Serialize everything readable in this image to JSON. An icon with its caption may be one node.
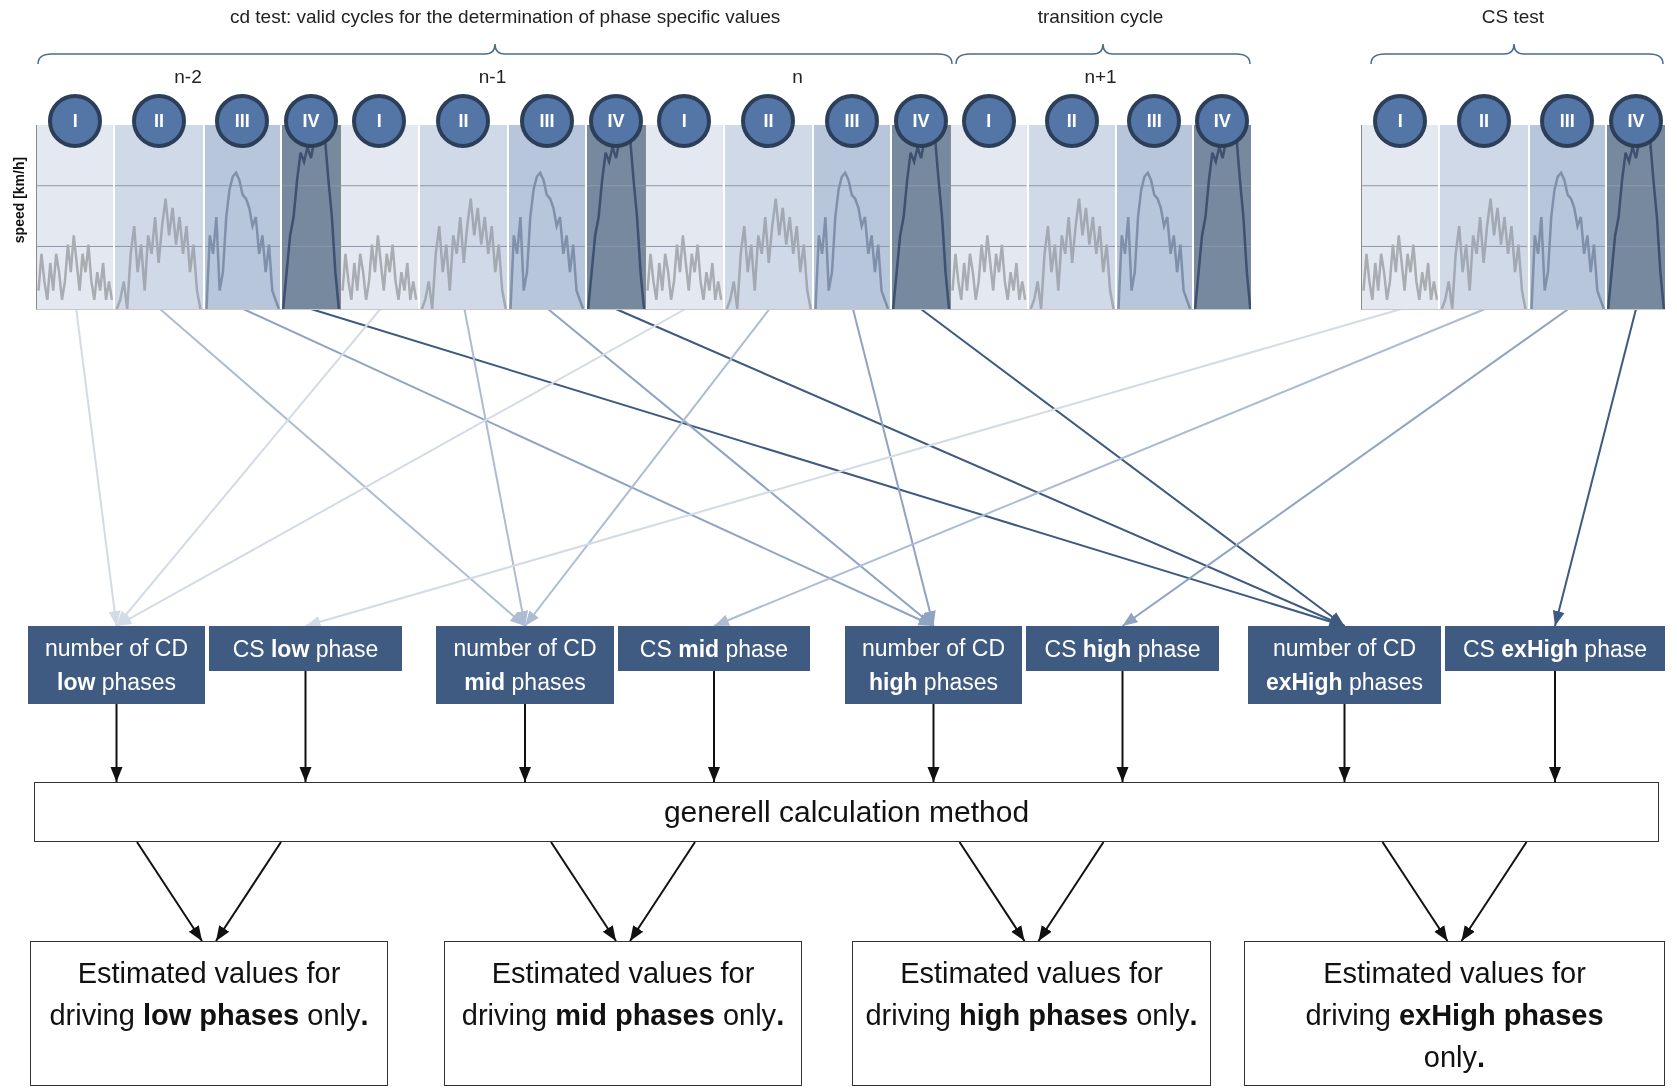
{
  "diagram": {
    "nodes": [
      {
        "text": [
          "n-2"
        ]
      },
      {
        "text": [
          "I"
        ],
        "in": 0
      },
      {
        "text": [
          "II"
        ],
        "in": 0
      },
      {
        "text": [
          "III"
        ],
        "in": 0
      },
      {
        "text": [
          "IV"
        ],
        "in": 0
      },
      {
        "text": [
          "n-1"
        ]
      },
      {
        "text": [
          "I"
        ],
        "in": 5
      },
      {
        "text": [
          "II"
        ],
        "in": 5
      },
      {
        "text": [
          "III"
        ],
        "in": 5
      },
      {
        "text": [
          "IV"
        ],
        "in": 5
      },
      {
        "text": [
          "n"
        ]
      },
      {
        "text": [
          "I"
        ],
        "in": 10
      },
      {
        "text": [
          "II"
        ],
        "in": 10
      },
      {
        "text": [
          "III"
        ],
        "in": 10
      },
      {
        "text": [
          "IV"
        ],
        "in": 10
      },
      {
        "text": [
          "transition cycle",
          "n+1"
        ]
      },
      {
        "text": [
          "I"
        ],
        "in": 15
      },
      {
        "text": [
          "II"
        ],
        "in": 15
      },
      {
        "text": [
          "III"
        ],
        "in": 15
      },
      {
        "text": [
          "IV"
        ],
        "in": 15
      },
      {
        "text": [
          "CS test"
        ]
      },
      {
        "text": [
          "I"
        ],
        "in": 20
      },
      {
        "text": [
          "II"
        ],
        "in": 20
      },
      {
        "text": [
          "III"
        ],
        "in": 20
      },
      {
        "text": [
          "IV"
        ],
        "in": 20
      },
      {
        "text": [
          "number of CD **low** phases"
        ]
      },
      {
        "text": [
          "CS **low** phase"
        ]
      },
      {
        "text": [
          "number of CD **mid** phases"
        ]
      },
      {
        "text": [
          "CS **mid** phase"
        ]
      },
      {
        "text": [
          "number of CD **high** phases"
        ]
      },
      {
        "text": [
          "CS **high** phase"
        ]
      },
      {
        "text": [
          "number of CD **exHigh** phases"
        ]
      },
      {
        "text": [
          "CS **exHigh** phase"
        ]
      },
      {
        "text": [
          "generell calculation method"
        ]
      },
      {
        "text": [
          "Estimated values for driving **low phases** only**.**"
        ]
      },
      {
        "text": [
          "Estimated values for driving **mid phases** only**.**"
        ]
      },
      {
        "text": [
          "Estimated values for driving **high phases** only**.**"
        ]
      },
      {
        "text": [
          "Estimated values for driving **exHigh phases** only**.**"
        ]
      }
    ],
    "edges": [
      {
        "from": 1,
        "to": 25,
        "arrow": "to",
        "color": "#d3dbe7"
      },
      {
        "from": 2,
        "to": 27,
        "arrow": "to",
        "color": "#aebcd3"
      },
      {
        "from": 3,
        "to": 29,
        "arrow": "to",
        "color": "#8fa3c2"
      },
      {
        "from": 4,
        "to": 31,
        "arrow": "to",
        "color": "#3e5a80"
      },
      {
        "from": 6,
        "to": 25,
        "arrow": "to",
        "color": "#d3dbe7"
      },
      {
        "from": 7,
        "to": 27,
        "arrow": "to",
        "color": "#aebcd3"
      },
      {
        "from": 8,
        "to": 29,
        "arrow": "to",
        "color": "#8fa3c2"
      },
      {
        "from": 9,
        "to": 31,
        "arrow": "to",
        "color": "#3e5a80"
      },
      {
        "from": 11,
        "to": 25,
        "arrow": "to",
        "color": "#d3dbe7"
      },
      {
        "from": 12,
        "to": 27,
        "arrow": "to",
        "color": "#aebcd3"
      },
      {
        "from": 13,
        "to": 29,
        "arrow": "to",
        "color": "#8fa3c2"
      },
      {
        "from": 14,
        "to": 31,
        "arrow": "to",
        "color": "#3e5a80"
      },
      {
        "from": 21,
        "to": 26,
        "arrow": "to",
        "color": "#d3dbe7"
      },
      {
        "from": 22,
        "to": 28,
        "arrow": "to",
        "color": "#aebcd3"
      },
      {
        "from": 23,
        "to": 30,
        "arrow": "to",
        "color": "#8fa3c2"
      },
      {
        "from": 24,
        "to": 32,
        "arrow": "to",
        "color": "#3e5a80"
      },
      {
        "from": 25,
        "to": 33,
        "arrow": "to"
      },
      {
        "from": 26,
        "to": 33,
        "arrow": "to"
      },
      {
        "from": 27,
        "to": 33,
        "arrow": "to"
      },
      {
        "from": 28,
        "to": 33,
        "arrow": "to"
      },
      {
        "from": 29,
        "to": 33,
        "arrow": "to"
      },
      {
        "from": 30,
        "to": 33,
        "arrow": "to"
      },
      {
        "from": 31,
        "to": 33,
        "arrow": "to"
      },
      {
        "from": 32,
        "to": 33,
        "arrow": "to"
      },
      {
        "from": 33,
        "to": 34,
        "arrow": "to"
      },
      {
        "from": 33,
        "to": 34,
        "arrow": "to"
      },
      {
        "from": 33,
        "to": 35,
        "arrow": "to"
      },
      {
        "from": 33,
        "to": 35,
        "arrow": "to"
      },
      {
        "from": 33,
        "to": 36,
        "arrow": "to"
      },
      {
        "from": 33,
        "to": 36,
        "arrow": "to"
      },
      {
        "from": 33,
        "to": 37,
        "arrow": "to"
      },
      {
        "from": 33,
        "to": 37,
        "arrow": "to"
      }
    ],
    "labels": [
      "cd test: valid cycles for the determination of phase specific values",
      "speed [km/h]"
    ]
  }
}
